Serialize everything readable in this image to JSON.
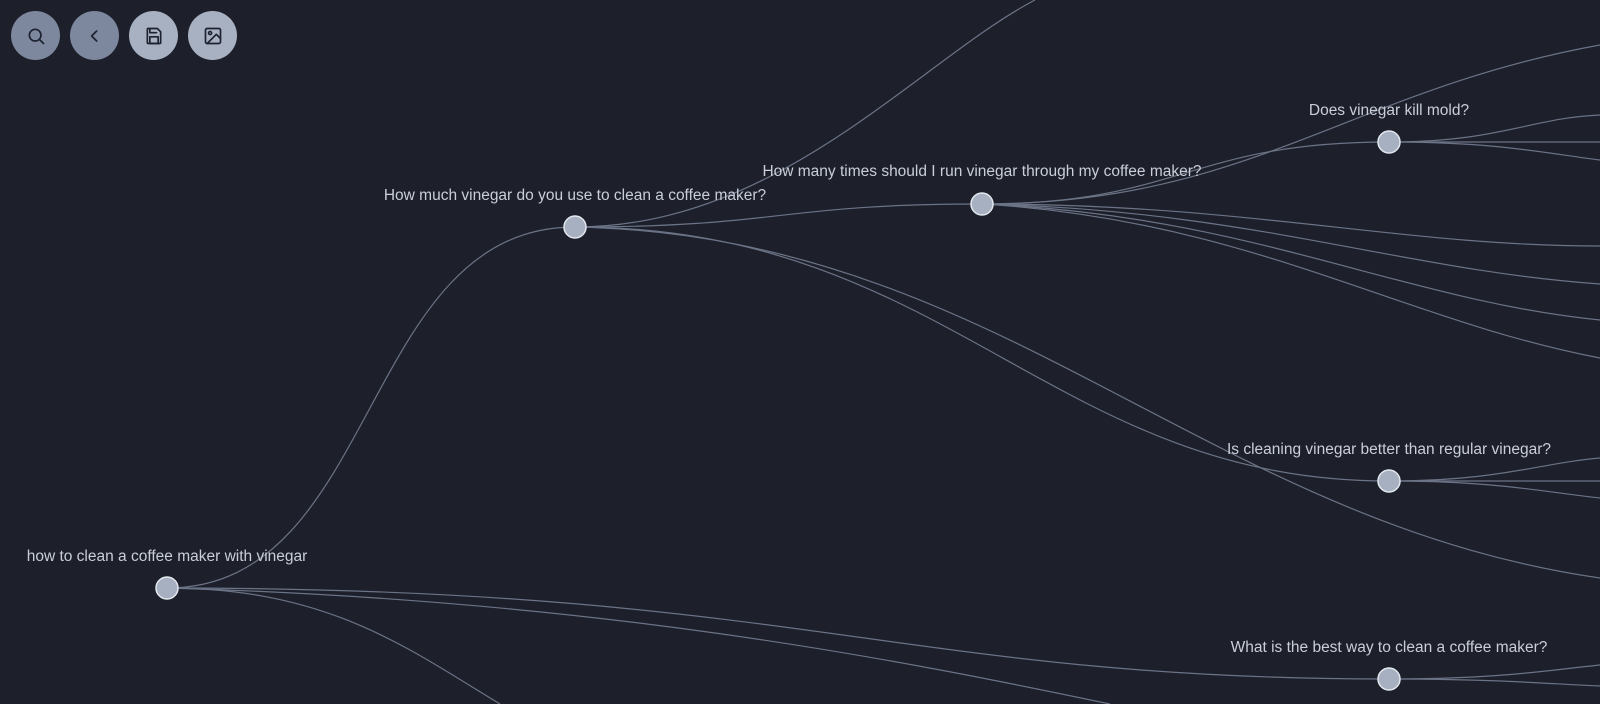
{
  "toolbar": {
    "buttons": [
      {
        "icon": "search-icon",
        "style": "dim"
      },
      {
        "icon": "chevron-left-icon",
        "style": "dim"
      },
      {
        "icon": "save-icon",
        "style": "light"
      },
      {
        "icon": "image-icon",
        "style": "light"
      }
    ]
  },
  "colors": {
    "background": "#1d202b",
    "edge": "#6b7386",
    "node_fill": "#a7b0c0",
    "node_stroke": "#e3e7ee",
    "label": "#c9ced8"
  },
  "tree": {
    "root": {
      "label": "how to clean a coffee maker with vinegar"
    },
    "nodes": [
      {
        "label": "How much vinegar do you use to clean a coffee maker?"
      },
      {
        "label": "How many times should I run vinegar through my coffee maker?"
      },
      {
        "label": "Does vinegar kill mold?"
      },
      {
        "label": "Is cleaning vinegar better than regular vinegar?"
      },
      {
        "label": "What is the best way to clean a coffee maker?"
      }
    ]
  }
}
